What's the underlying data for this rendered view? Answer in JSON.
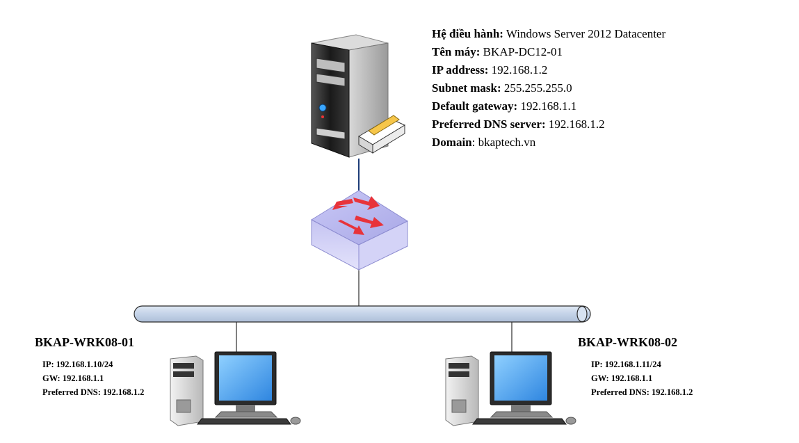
{
  "server": {
    "info": [
      {
        "key": "Hệ điều hành:",
        "value": " Windows Server 2012 Datacenter"
      },
      {
        "key": "Tên máy:",
        "value": " BKAP-DC12-01"
      },
      {
        "key": "IP address:",
        "value": " 192.168.1.2"
      },
      {
        "key": "Subnet mask:",
        "value": " 255.255.255.0"
      },
      {
        "key": "Default gateway:",
        "value": " 192.168.1.1"
      },
      {
        "key": "Preferred DNS server:",
        "value": " 192.168.1.2"
      },
      {
        "key": "Domain",
        "value": ": bkaptech.vn"
      }
    ]
  },
  "workstations": [
    {
      "name": "BKAP-WRK08-01",
      "ip": "IP: 192.168.1.10/24",
      "gw": "GW: 192.168.1.1",
      "dns": "Preferred DNS: 192.168.1.2"
    },
    {
      "name": "BKAP-WRK08-02",
      "ip": "IP: 192.168.1.11/24",
      "gw": "GW: 192.168.1.1",
      "dns": "Preferred DNS: 192.168.1.2"
    }
  ],
  "colors": {
    "bus": "#c8d6e9",
    "switch": "#b7b6ee",
    "arrow": "#e8333a",
    "monitor_screen": "#4aa3f0",
    "link_line": "#1d3c78"
  }
}
